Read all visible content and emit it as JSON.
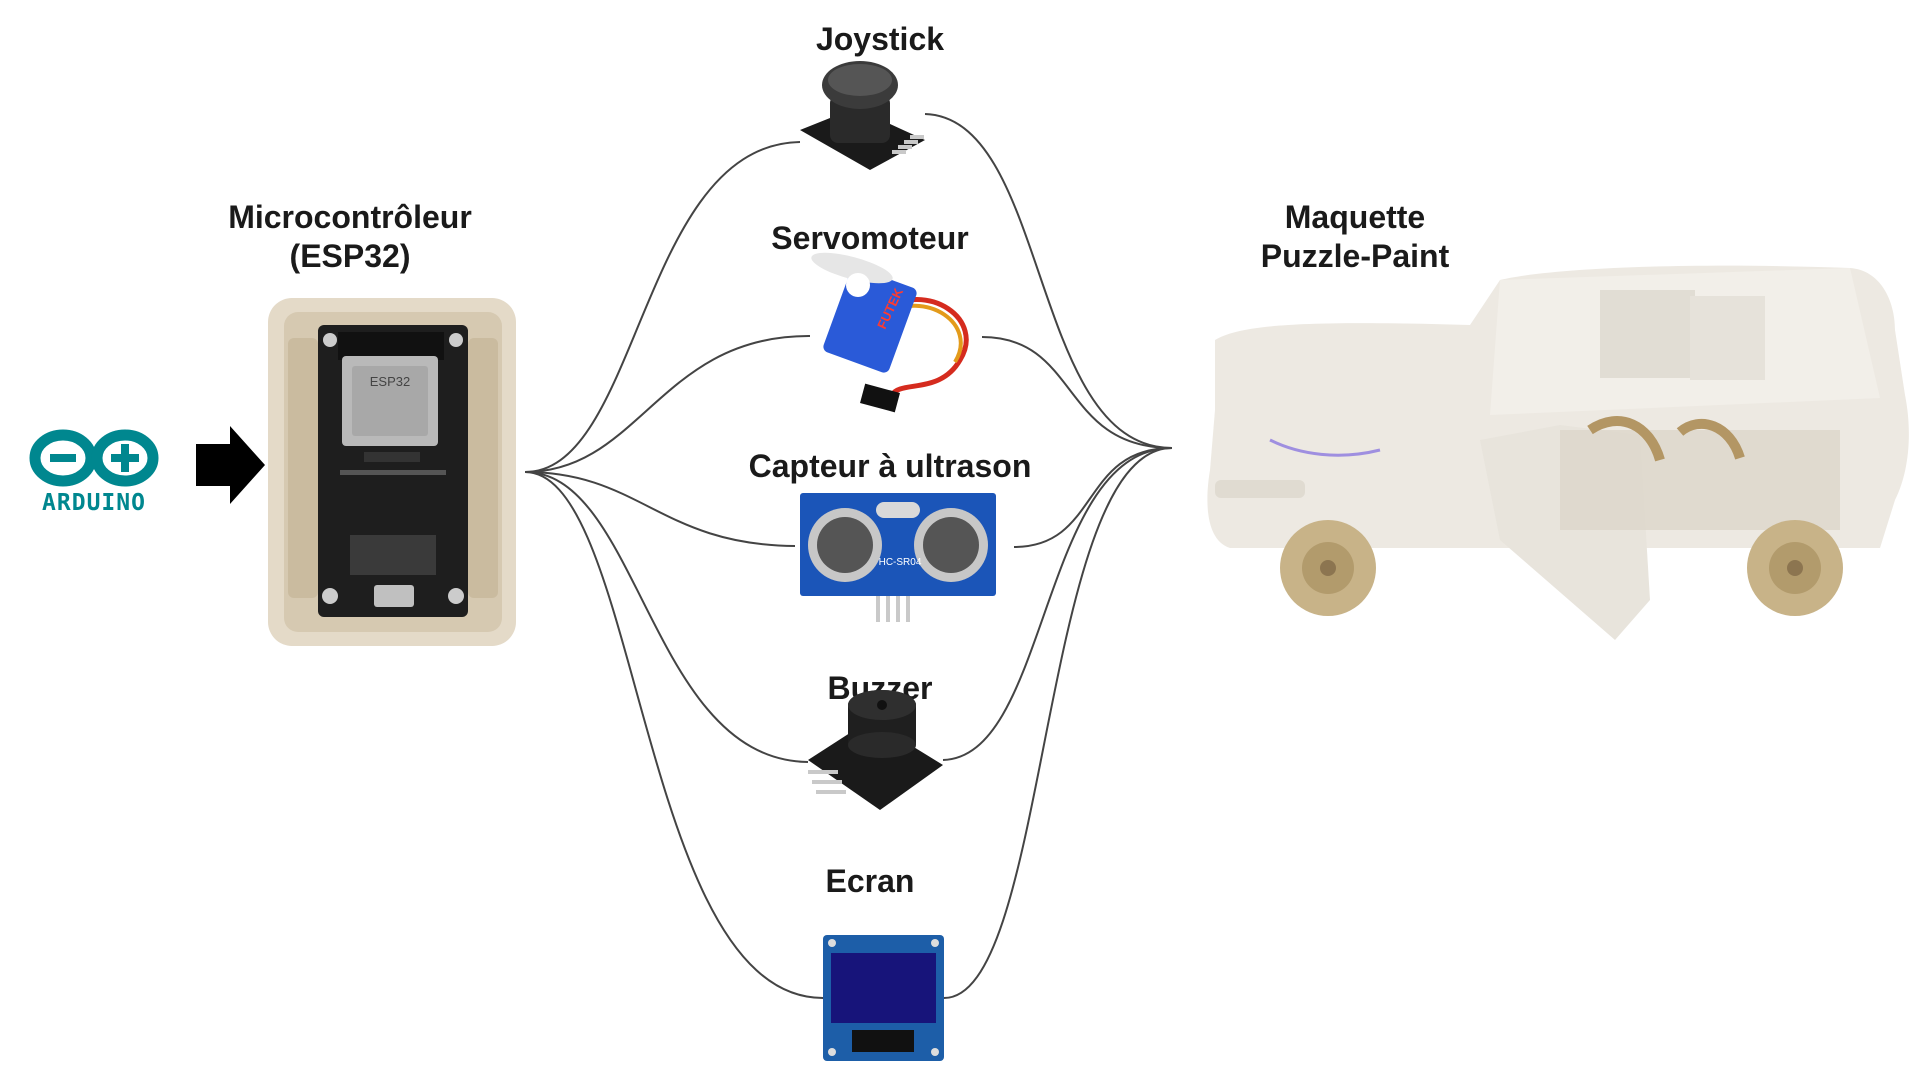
{
  "microcontroller": {
    "title_line1": "Microcontrôleur",
    "title_line2": "(ESP32)",
    "chip_label": "ESP32"
  },
  "arduino": {
    "logo_text": "ARDUINO"
  },
  "components": {
    "joystick": "Joystick",
    "servo": "Servomoteur",
    "servo_brand": "FUTEK",
    "ultrasonic": "Capteur à ultrason",
    "ultrasonic_model": "HC-SR04",
    "buzzer": "Buzzer",
    "screen": "Ecran"
  },
  "model": {
    "title_line1": "Maquette",
    "title_line2": "Puzzle-Paint"
  },
  "colors": {
    "arduino_teal": "#00878f",
    "board_black": "#1e1e1e",
    "case_beige": "#e8dfcf",
    "pcb_blue": "#1b55b8",
    "servo_blue": "#2a5ad8",
    "oled_screen": "#17147a",
    "car_body": "#ede9e2",
    "wheel_wood": "#c8b388"
  }
}
